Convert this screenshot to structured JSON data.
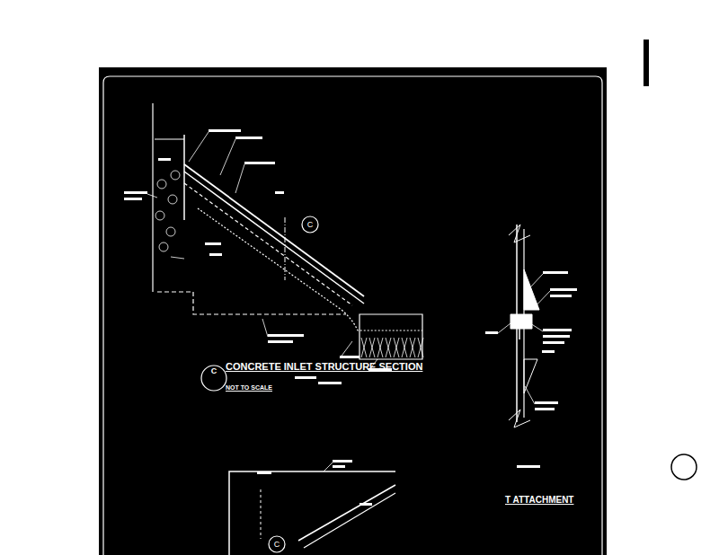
{
  "diagram": {
    "labels": [
      "CONCRETE INLET STRUCTURE SECTION",
      "NOT TO SCALE",
      "C",
      "C",
      "T ATTACHMENT",
      "C"
    ]
  }
}
